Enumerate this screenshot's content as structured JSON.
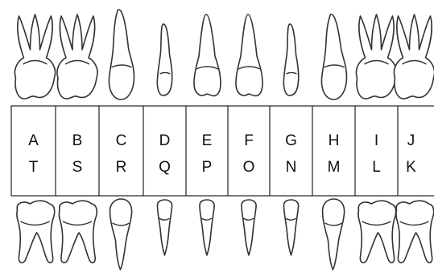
{
  "chart_title": "",
  "upper_row": [
    "A",
    "B",
    "C",
    "D",
    "E",
    "F",
    "G",
    "H",
    "I",
    "J"
  ],
  "lower_row": [
    "T",
    "S",
    "R",
    "Q",
    "P",
    "O",
    "N",
    "M",
    "L",
    "K"
  ],
  "upper_teeth": [
    {
      "letter": "A",
      "kind": "molar-upper",
      "icon": "upper-molar-icon"
    },
    {
      "letter": "B",
      "kind": "molar-upper",
      "icon": "upper-molar-icon"
    },
    {
      "letter": "C",
      "kind": "canine",
      "icon": "upper-canine-icon"
    },
    {
      "letter": "D",
      "kind": "lateral-incisor",
      "icon": "upper-lateral-incisor-icon"
    },
    {
      "letter": "E",
      "kind": "central-incisor",
      "icon": "upper-central-incisor-icon"
    },
    {
      "letter": "F",
      "kind": "central-incisor",
      "icon": "upper-central-incisor-icon"
    },
    {
      "letter": "G",
      "kind": "lateral-incisor",
      "icon": "upper-lateral-incisor-icon"
    },
    {
      "letter": "H",
      "kind": "canine",
      "icon": "upper-canine-icon"
    },
    {
      "letter": "I",
      "kind": "molar-upper",
      "icon": "upper-molar-icon"
    },
    {
      "letter": "J",
      "kind": "molar-upper",
      "icon": "upper-molar-icon"
    }
  ],
  "lower_teeth": [
    {
      "letter": "T",
      "kind": "molar-lower",
      "icon": "lower-molar-icon"
    },
    {
      "letter": "S",
      "kind": "molar-lower",
      "icon": "lower-molar-icon"
    },
    {
      "letter": "R",
      "kind": "canine",
      "icon": "lower-canine-icon"
    },
    {
      "letter": "Q",
      "kind": "incisor",
      "icon": "lower-incisor-icon"
    },
    {
      "letter": "P",
      "kind": "incisor",
      "icon": "lower-incisor-icon"
    },
    {
      "letter": "O",
      "kind": "incisor",
      "icon": "lower-incisor-icon"
    },
    {
      "letter": "N",
      "kind": "incisor",
      "icon": "lower-incisor-icon"
    },
    {
      "letter": "M",
      "kind": "canine",
      "icon": "lower-canine-icon"
    },
    {
      "letter": "L",
      "kind": "molar-lower",
      "icon": "lower-molar-icon"
    },
    {
      "letter": "K",
      "kind": "molar-lower",
      "icon": "lower-molar-icon"
    }
  ],
  "colors": {
    "outline": "#333333",
    "background": "#ffffff",
    "text": "#111111"
  }
}
